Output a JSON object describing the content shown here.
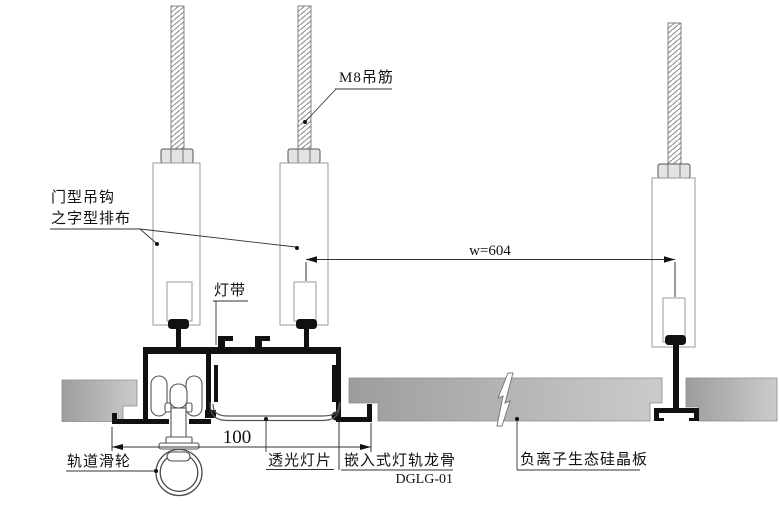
{
  "drawing": {
    "type": "ceiling-suspension-detail-section",
    "annotations": {
      "m8_rod": "M8吊筋",
      "door_hook_line1": "门型吊钩",
      "door_hook_line2": "之字型排布",
      "light_strip": "灯带",
      "track_pulley": "轨道滑轮",
      "translucent_light_sheet": "透光灯片",
      "embedded_light_track_keel": "嵌入式灯轨龙骨",
      "keel_model": "DGLG-01",
      "negative_ion_panel": "负离子生态硅晶板"
    },
    "dimensions": {
      "hanger_spacing": "w=604",
      "track_width": "100"
    },
    "colors": {
      "heavy_line": "#111111",
      "thin_line": "#333333",
      "outline_gray": "#969696",
      "panel_dark": "#a0a0a0",
      "panel_light": "#cbcbcb",
      "background": "#ffffff"
    }
  }
}
